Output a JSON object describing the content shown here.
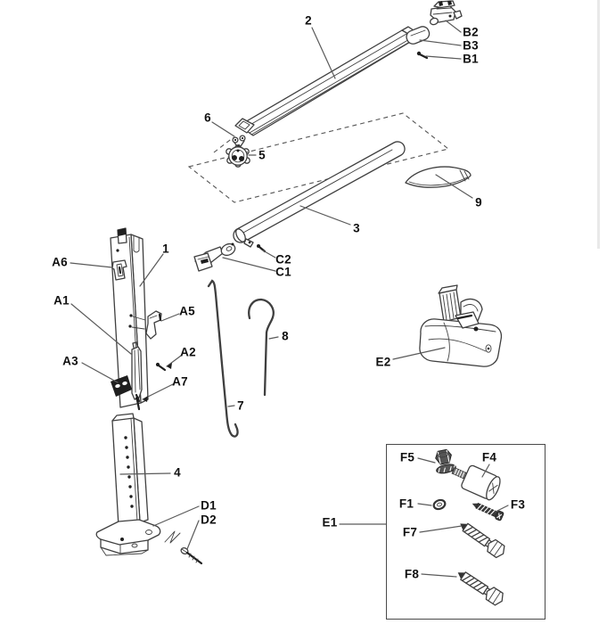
{
  "title": "Exploded parts diagram",
  "labels": {
    "p1": "1",
    "p2": "2",
    "p3": "3",
    "p4": "4",
    "p5": "5",
    "p6": "6",
    "p7": "7",
    "p8": "8",
    "p9": "9",
    "a1": "A1",
    "a2": "A2",
    "a3": "A3",
    "a5": "A5",
    "a6": "A6",
    "a7": "A7",
    "b1": "B1",
    "b2": "B2",
    "b3": "B3",
    "c1": "C1",
    "c2": "C2",
    "d1": "D1",
    "d2": "D2",
    "e1": "E1",
    "e2": "E2",
    "f1": "F1",
    "f3": "F3",
    "f4": "F4",
    "f5": "F5",
    "f7": "F7",
    "f8": "F8"
  },
  "colors": {
    "line": "#3f3f3f",
    "label": "#101010",
    "dark": "#1f1f1f",
    "box": "#4a4a4a",
    "bg": "#ffffff",
    "edge": "#e9e9e9",
    "leader": "#5a5a5a",
    "dashc": "#555555"
  }
}
